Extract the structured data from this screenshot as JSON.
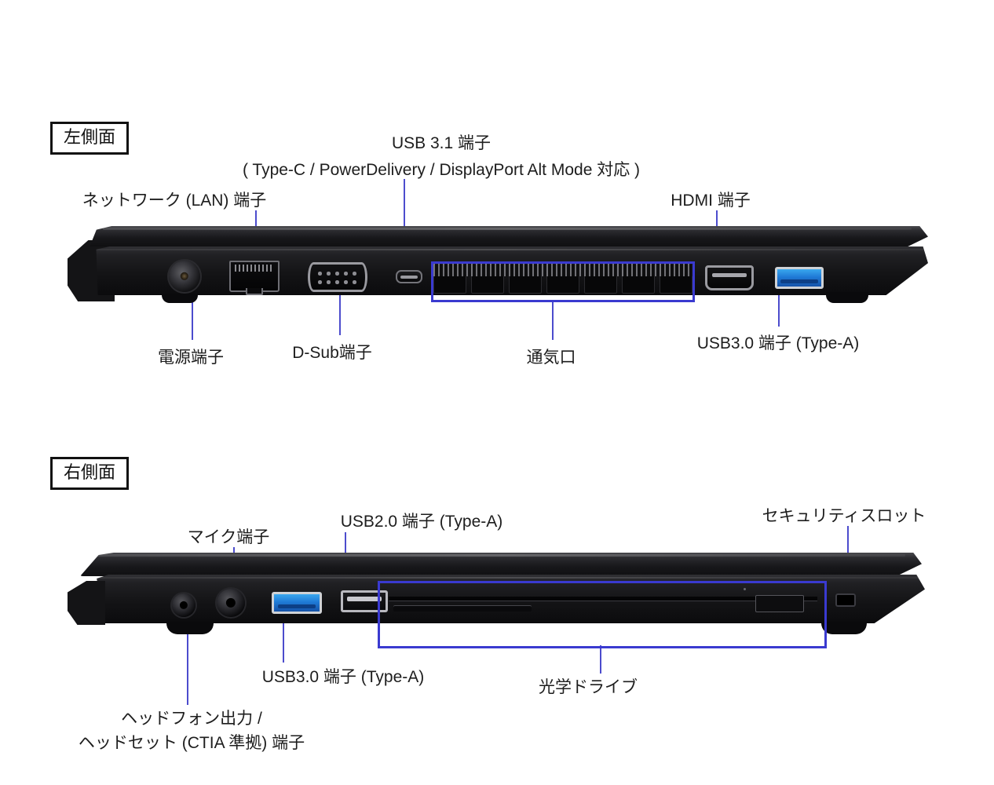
{
  "sections": [
    {
      "id": "left-side",
      "title": "左側面",
      "labels": [
        {
          "id": "usb31",
          "text": "USB 3.1 端子"
        },
        {
          "id": "usb31-sub",
          "text": "( Type-C / PowerDelivery / DisplayPort Alt Mode 対応 )"
        },
        {
          "id": "lan",
          "text": "ネットワーク (LAN) 端子"
        },
        {
          "id": "hdmi",
          "text": "HDMI 端子"
        },
        {
          "id": "dc",
          "text": "電源端子"
        },
        {
          "id": "dsub",
          "text": "D-Sub端子"
        },
        {
          "id": "vent",
          "text": "通気口"
        },
        {
          "id": "usb30a",
          "text": "USB3.0 端子 (Type-A)"
        }
      ]
    },
    {
      "id": "right-side",
      "title": "右側面",
      "labels": [
        {
          "id": "mic",
          "text": "マイク端子"
        },
        {
          "id": "usb20",
          "text": "USB2.0 端子 (Type-A)"
        },
        {
          "id": "seclock",
          "text": "セキュリティスロット"
        },
        {
          "id": "usb30a",
          "text": "USB3.0 端子 (Type-A)"
        },
        {
          "id": "odd",
          "text": "光学ドライブ"
        },
        {
          "id": "phone1",
          "text": "ヘッドフォン出力 /"
        },
        {
          "id": "phone2",
          "text": "ヘッドセット (CTIA 準拠) 端子"
        }
      ]
    }
  ],
  "colors": {
    "leader": "#4c4ccd",
    "highlight": "#3a3ad0",
    "usb3_blue": "#1f7ad6",
    "text": "#1d1d1d",
    "chassis": "#141416"
  },
  "vent_cells": 7
}
